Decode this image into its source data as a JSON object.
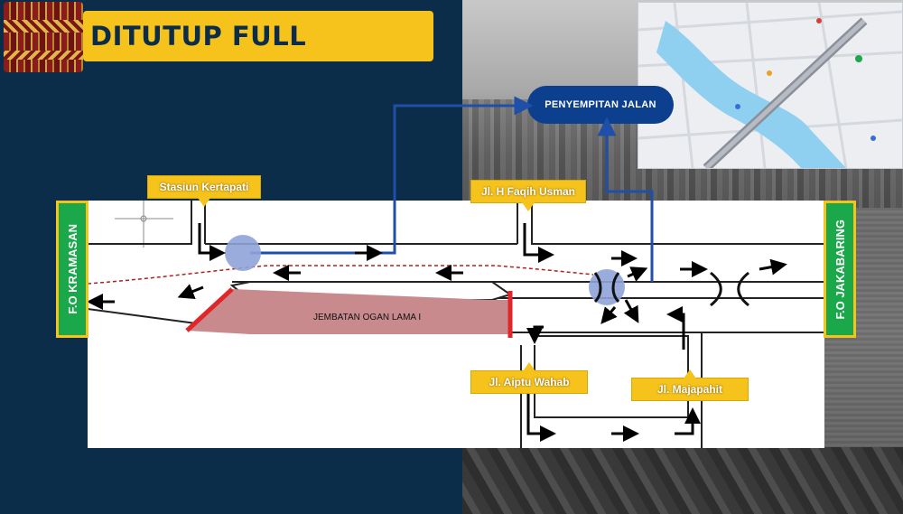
{
  "header": {
    "title": "DITUTUP FULL"
  },
  "labels": {
    "stasiun_kertapati": "Stasiun Kertapati",
    "jl_h_faqih_usman": "Jl. H Faqih Usman",
    "penyempitan_jalan": "PENYEMPITAN JALAN",
    "jl_aiptu_wahab": "Jl. Aiptu Wahab",
    "jl_majapahit": "Jl. Majapahit",
    "fo_kramasan": "F.O KRAMASAN",
    "fo_jakabaring": "F.O JAKABARING",
    "jembatan": "JEMBATAN OGAN LAMA I"
  },
  "colors": {
    "navy_background": "#0b2d4a",
    "banner_yellow": "#f6c21c",
    "route_blue": "#1f4fa8",
    "pill_blue": "#0d3f8f",
    "bridge_fill": "#c98a8e",
    "closure_red": "#e0262b",
    "side_green": "#1aa84a",
    "highlight_circle": "#8fa3d8"
  }
}
